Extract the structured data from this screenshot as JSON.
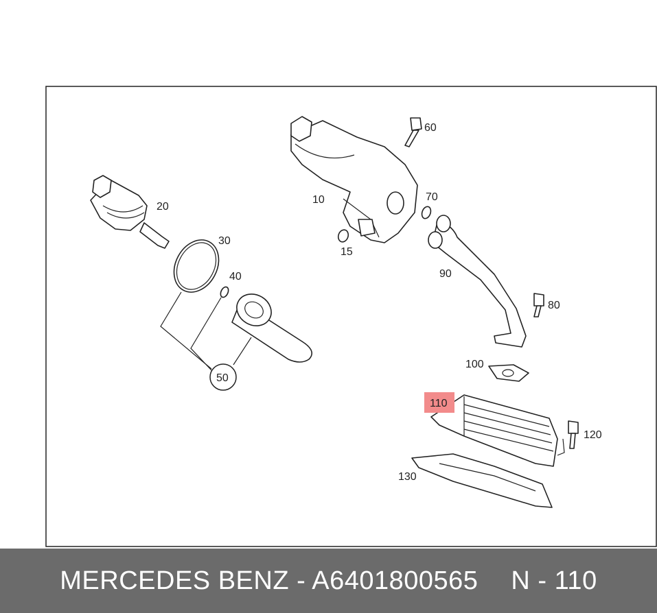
{
  "callouts": {
    "c10": "10",
    "c15": "15",
    "c20": "20",
    "c30": "30",
    "c40": "40",
    "c50": "50",
    "c60": "60",
    "c70": "70",
    "c80": "80",
    "c90": "90",
    "c100": "100",
    "c110": "110",
    "c120": "120",
    "c130": "130"
  },
  "highlight_color": "#f28b8b",
  "footer": {
    "brand_part": "MERCEDES BENZ - A6401800565",
    "ref": "N - 110"
  }
}
